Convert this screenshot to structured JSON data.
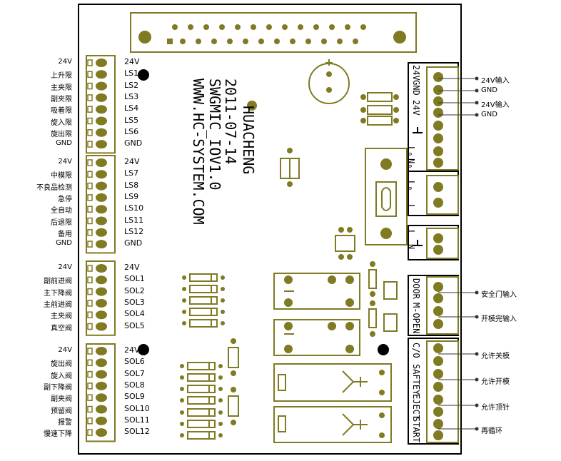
{
  "left_labels": {
    "group1": [
      "24V",
      "上升限",
      "主夹限",
      "副夹限",
      "吸着限",
      "旋入限",
      "旋出限",
      "GND"
    ],
    "group2": [
      "24V",
      "中模限",
      "不良品检测",
      "急停",
      "全自动",
      "后退限",
      "备用",
      "GND"
    ],
    "group3": [
      "24V",
      "副前进阀",
      "主下降阀",
      "主前进阀",
      "主夹阀",
      "真空阀"
    ],
    "group4": [
      "24V",
      "旋出阀",
      "旋入阀",
      "副下降阀",
      "副夹阀",
      "预留阀",
      "报警",
      "慢速下降"
    ]
  },
  "pin_labels": {
    "group1": [
      "24V",
      "LS1",
      "LS2",
      "LS3",
      "LS4",
      "LS5",
      "LS6",
      "GND"
    ],
    "group2": [
      "24V",
      "LS7",
      "LS8",
      "LS9",
      "LS10",
      "LS11",
      "LS12",
      "GND"
    ],
    "group3": [
      "24V",
      "SOL1",
      "SOL2",
      "SOL3",
      "SOL4",
      "SOL5"
    ],
    "group4": [
      "24V",
      "SOL6",
      "SOL7",
      "SOL8",
      "SOL9",
      "SOL10",
      "SOL11",
      "SOL12"
    ]
  },
  "board_text": {
    "line1": "HUACHENG",
    "line2": "2011-07-14",
    "line3": "SWGMIC_IOV1.0",
    "line4": "WWW.HC-SYSTEM.COM"
  },
  "right_terminals": {
    "power": [
      "24V",
      "GND",
      "24V"
    ],
    "door": "DOOR",
    "mopen": "M-OPEN",
    "co": "C/O",
    "safety": "SAFTEY",
    "eject": "EJECT",
    "start": "START",
    "lin": "L₀",
    "nin": "N₀",
    "l": "L",
    "n": "N"
  },
  "right_labels": {
    "power": [
      "24V输入",
      "GND",
      "24V输入",
      "GND"
    ],
    "inputs": [
      "安全门输入",
      "开模完输入"
    ],
    "outputs": [
      "允许关模",
      "允许开模",
      "允许顶针",
      "再循环"
    ]
  },
  "colors": {
    "silkscreen": "#807a22",
    "outline": "#000000",
    "leader": "#333333"
  }
}
